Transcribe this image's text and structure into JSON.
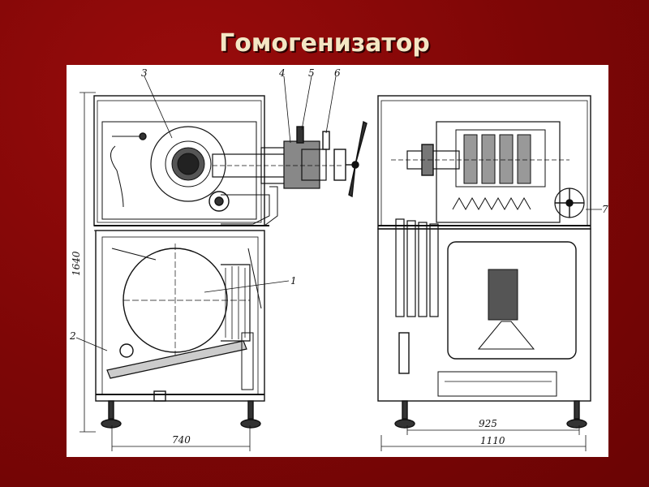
{
  "title": "Гомогенизатор",
  "diagram": {
    "callouts": [
      "1",
      "2",
      "3",
      "4",
      "5",
      "6",
      "7"
    ],
    "dimensions": {
      "height_left": "1640",
      "width_left": "740",
      "width_right_inner": "925",
      "width_right_outer": "1110"
    }
  },
  "colors": {
    "background": "#7d0606",
    "title": "#f3e6c4",
    "drawing_bg": "#ffffff",
    "ink": "#111111"
  }
}
